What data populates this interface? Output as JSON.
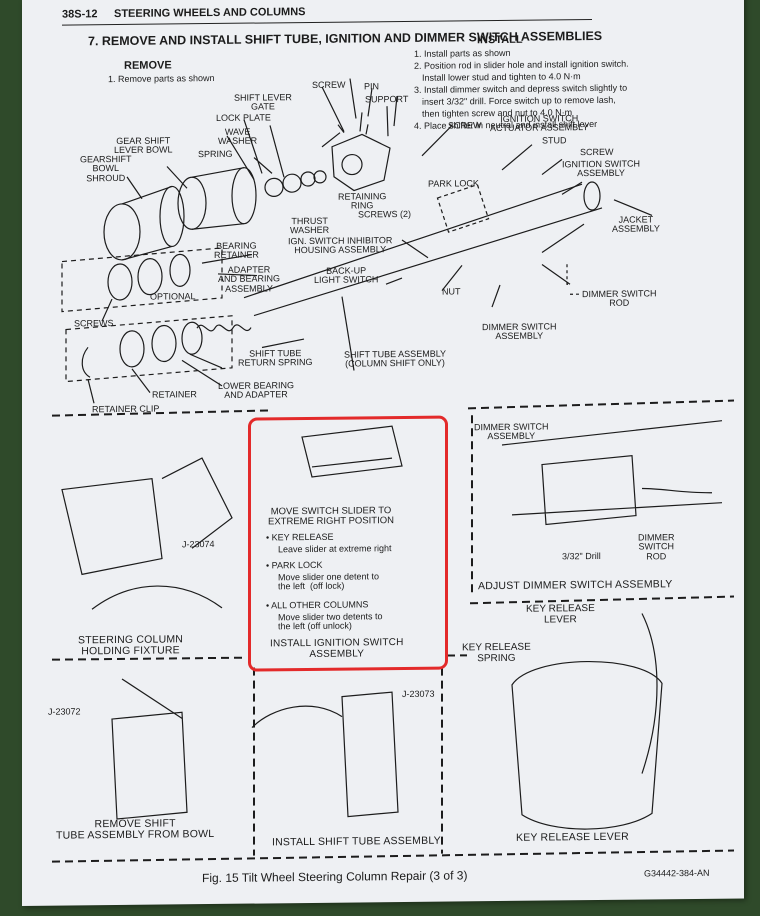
{
  "header": {
    "page_ref": "38S-12",
    "section": "STEERING WHEELS AND COLUMNS"
  },
  "title": "7. REMOVE AND INSTALL SHIFT TUBE, IGNITION AND DIMMER SWITCH ASSEMBLIES",
  "remove": {
    "heading": "REMOVE",
    "steps": [
      "1. Remove parts as shown"
    ]
  },
  "install": {
    "heading": "INSTALL",
    "steps": [
      "1. Install parts as shown",
      "2. Position rod in slider hole and install ignition switch.",
      "Install lower stud and tighten to 4.0 N·m",
      "3. Install dimmer switch and depress switch slightly to",
      "insert 3/32\" drill. Force switch up to remove lash,",
      "then tighten screw and nut to 4.0 N·m",
      "4. Place shifter in neutral and install shift lever"
    ]
  },
  "labels": {
    "screw1": "SCREW",
    "pin": "PIN",
    "support": "SUPPORT",
    "shift_lever_gate": "SHIFT LEVER\nGATE",
    "lock_plate": "LOCK PLATE",
    "wave_washer": "WAVE\nWASHER",
    "spring": "SPRING",
    "gear_shift_lever_bowl": "GEAR SHIFT\nLEVER BOWL",
    "gearshift_bowl_shroud": "GEARSHIFT\nBOWL\nSHROUD",
    "retaining_ring": "RETAINING\nRING",
    "thrust_washer": "THRUST\nWASHER",
    "screw2": "SCREW",
    "ign_actuator": "IGNITION SWITCH\nACTUATOR ASSEMBLY",
    "stud": "STUD",
    "screw3": "SCREW",
    "ignition_switch_assembly": "IGNITION SWITCH\nASSEMBLY",
    "park_lock": "PARK LOCK",
    "screws2": "SCREWS (2)",
    "jacket_assembly": "JACKET\nASSEMBLY",
    "bearing_retainer": "BEARING\nRETAINER",
    "ign_inhibitor": "IGN. SWITCH INHIBITOR\nHOUSING ASSEMBLY",
    "adapter_bearing": "ADAPTER\nAND BEARING\nASSEMBLY",
    "optional": "OPTIONAL",
    "backup_switch": "BACK-UP\nLIGHT SWITCH",
    "nut": "NUT",
    "dimmer_switch_rod": "DIMMER SWITCH\nROD",
    "screws": "SCREWS",
    "dimmer_switch_assembly": "DIMMER SWITCH\nASSEMBLY",
    "shift_tube_return_spring": "SHIFT TUBE\nRETURN SPRING",
    "shift_tube_assembly": "SHIFT TUBE ASSEMBLY\n(COLUMN SHIFT ONLY)",
    "retainer": "RETAINER",
    "lower_bearing": "LOWER BEARING\nAND ADAPTER",
    "retainer_clip": "RETAINER CLIP"
  },
  "panels": {
    "holding_fixture": {
      "tool": "J-23074",
      "caption": "STEERING COLUMN\nHOLDING FIXTURE"
    },
    "ignition": {
      "move": "MOVE SWITCH SLIDER TO\nEXTREME RIGHT POSITION",
      "key_release": "• KEY RELEASE",
      "key_release_note": "Leave slider at extreme right",
      "park_lock": "• PARK LOCK",
      "park_lock_note": "Move slider one detent to\nthe left  (off lock)",
      "other": "• ALL OTHER COLUMNS",
      "other_note": "Move slider two detents to\nthe left (off unlock)",
      "caption": "INSTALL IGNITION SWITCH\nASSEMBLY"
    },
    "dimmer": {
      "label": "DIMMER SWITCH\nASSEMBLY",
      "drill": "3/32\" Drill",
      "rod": "DIMMER\nSWITCH\nROD",
      "caption": "ADJUST DIMMER SWITCH ASSEMBLY"
    },
    "remove_tube": {
      "tool": "J-23072",
      "caption": "REMOVE SHIFT\nTUBE ASSEMBLY FROM BOWL"
    },
    "install_tube": {
      "tool": "J-23073",
      "caption": "INSTALL SHIFT TUBE ASSEMBLY"
    },
    "key_release": {
      "lever": "KEY RELEASE\nLEVER",
      "spring": "KEY RELEASE\nSPRING",
      "caption": "KEY RELEASE LEVER"
    }
  },
  "footer": {
    "figure": "Fig. 15 Tilt Wheel Steering Column Repair (3 of 3)",
    "code": "G34442-384-AN"
  }
}
